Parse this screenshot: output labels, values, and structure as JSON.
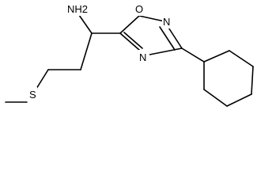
{
  "molecule": {
    "atoms": {
      "amine": "NH2",
      "ring_oxygen": "O",
      "ring_nitrogen_upper": "N",
      "ring_nitrogen_lower": "N",
      "sulfur": "S"
    }
  },
  "style": {
    "bond_color": "#000000",
    "background": "#ffffff"
  }
}
